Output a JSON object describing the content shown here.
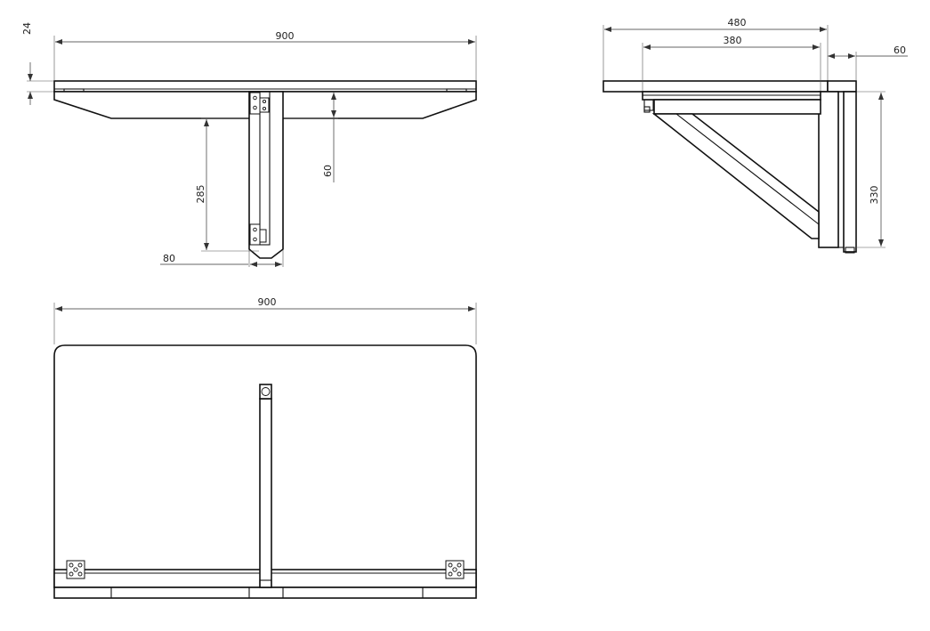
{
  "drawing": {
    "front_view": {
      "width_label": "900",
      "thickness_label": "24",
      "apron_height_label": "60",
      "leg_height_label": "285",
      "leg_width_label": "80"
    },
    "side_view": {
      "depth_label": "480",
      "inner_depth_label": "380",
      "post_width_label": "60",
      "height_label": "330"
    },
    "top_view": {
      "width_label": "900"
    }
  }
}
